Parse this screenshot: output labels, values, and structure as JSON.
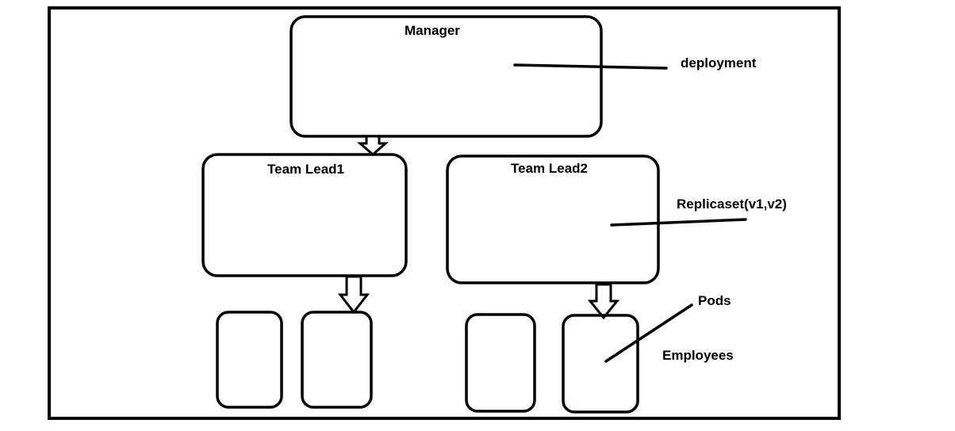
{
  "diagram": {
    "nodes": {
      "manager": "Manager",
      "team_lead_1": "Team Lead1",
      "team_lead_2": "Team Lead2"
    },
    "annotations": {
      "deployment": "deployment",
      "replicaset": "Replicaset(v1,v2)",
      "pods": "Pods",
      "employees": "Employees"
    },
    "edges": [
      {
        "from": "Manager",
        "to": "Team Lead1"
      },
      {
        "from": "Team Lead1",
        "to": "employee-box-2"
      },
      {
        "from": "Team Lead2",
        "to": "employee-box-4"
      }
    ]
  }
}
